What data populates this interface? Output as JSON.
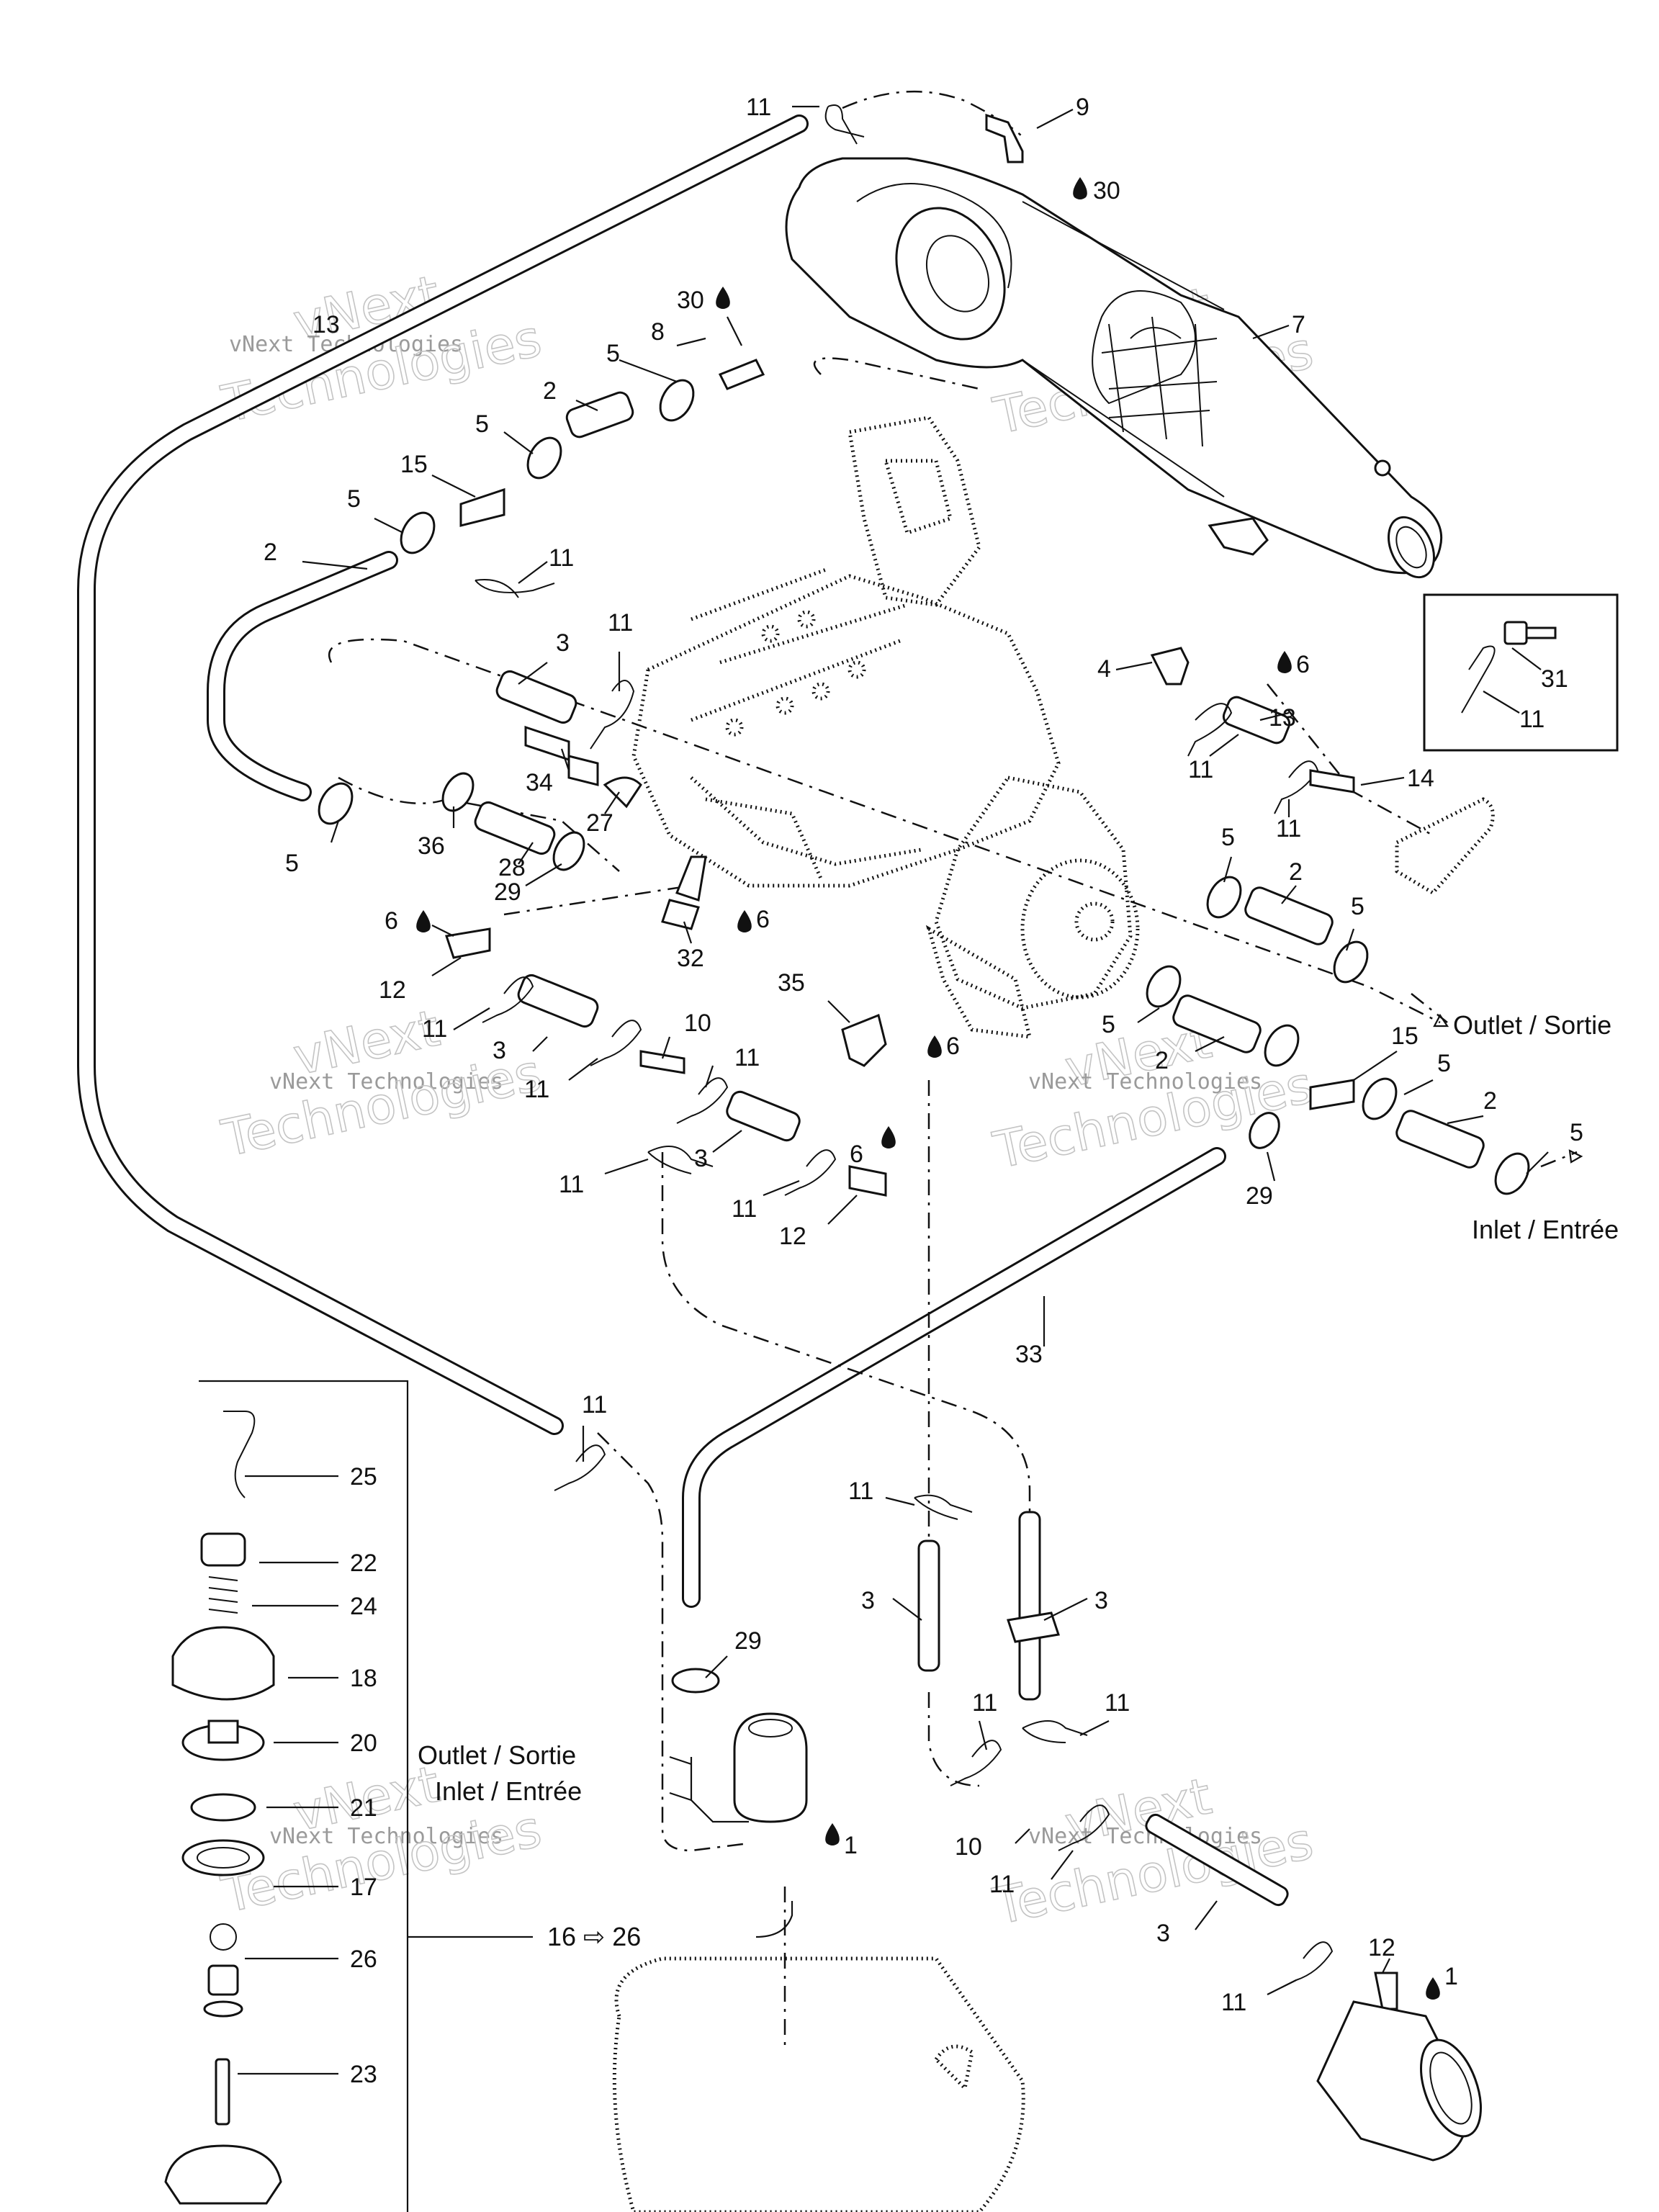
{
  "watermark": {
    "line1": "vNext Technologies",
    "big": "vNext",
    "big2": "Technologies"
  },
  "flow_labels": {
    "outlet_sortie": "Outlet / Sortie",
    "inlet_entree": "Inlet / Entrée",
    "outlet_sortie_2": "Outlet / Sortie",
    "inlet_entree_2": "Inlet / Entrée"
  },
  "ref_16_26": "16 ⇨ 26",
  "callouts": {
    "c11a": "11",
    "c9": "9",
    "c30a": "30",
    "c30b": "30",
    "c8": "8",
    "c5a": "5",
    "c13a": "13",
    "c2a": "2",
    "c5b": "5",
    "c15a": "15",
    "c5c": "5",
    "c2b": "2",
    "c11b": "11",
    "c3a": "3",
    "c11c": "11",
    "c7": "7",
    "c4": "4",
    "c6a": "6",
    "c13b": "13",
    "c11d": "11",
    "c14": "14",
    "c11e": "11",
    "c31": "31",
    "c11f": "11",
    "c34": "34",
    "c27": "27",
    "c5d": "5",
    "c36": "36",
    "c28": "28",
    "c29a": "29",
    "c6b": "6",
    "c32": "32",
    "c6c": "6",
    "c5e": "5",
    "c2c": "2",
    "c5f": "5",
    "c12a": "12",
    "c11g": "11",
    "c3b": "3",
    "c11h": "11",
    "c10a": "10",
    "c11i": "11",
    "c35": "35",
    "c6d": "6",
    "c5g": "5",
    "c2d": "2",
    "c15b": "15",
    "c5h": "5",
    "c2e": "2",
    "c5i": "5",
    "c6e": "6",
    "c11j": "11",
    "c3c": "3",
    "c11k": "11",
    "c12b": "12",
    "c29b": "29",
    "c33": "33",
    "c11l": "11",
    "c25": "25",
    "c22": "22",
    "c24": "24",
    "c18": "18",
    "c20": "20",
    "c21": "21",
    "c17": "17",
    "c26": "26",
    "c23": "23",
    "c11m": "11",
    "c3d": "3",
    "c3e": "3",
    "c29c": "29",
    "c11n": "11",
    "c11o": "11",
    "c1a": "1",
    "c10b": "10",
    "c11p": "11",
    "c3f": "3",
    "c12c": "12",
    "c1b": "1",
    "c11q": "11"
  }
}
